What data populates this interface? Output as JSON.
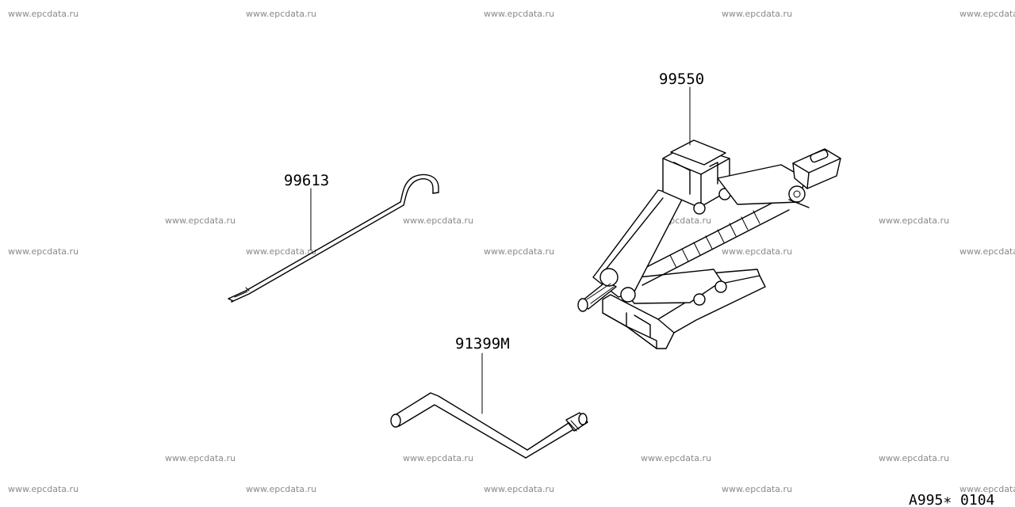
{
  "watermark": "www.epcdata.ru",
  "parts": {
    "jack": {
      "label": "99550",
      "icon": "scissor-jack-icon"
    },
    "rod": {
      "label": "99613",
      "icon": "jack-rod-icon"
    },
    "handle": {
      "label": "91399M",
      "icon": "crank-handle-icon"
    }
  },
  "reference_code": "A995∗ 0104"
}
